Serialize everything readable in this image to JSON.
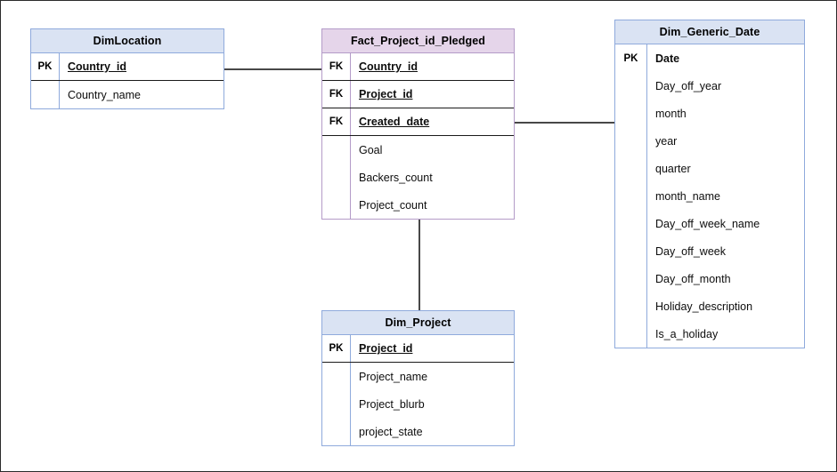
{
  "diagram": {
    "type": "entity-relationship-diagram",
    "background": "#ffffff",
    "border_color": "#2b2b2b",
    "colors": {
      "dimension_header": "#dae3f3",
      "dimension_border": "#8faadc",
      "fact_header": "#e5d5ea",
      "fact_border": "#b49bc8",
      "connector": "#484848",
      "separator": "#1a1a1a"
    }
  },
  "entities": [
    {
      "id": "dim_location",
      "title": "DimLocation",
      "kind": "dimension",
      "attributes": [
        {
          "key": "PK",
          "name": "Country_id",
          "style": "key"
        },
        {
          "key": "",
          "name": "Country_name",
          "style": "plain"
        }
      ]
    },
    {
      "id": "fact_project_id_pledged",
      "title": "Fact_Project_id_Pledged",
      "kind": "fact",
      "attributes": [
        {
          "key": "FK",
          "name": "Country_id",
          "style": "key"
        },
        {
          "key": "FK",
          "name": "Project_id",
          "style": "key"
        },
        {
          "key": "FK",
          "name": "Created_date",
          "style": "key"
        },
        {
          "key": "",
          "name": "Goal",
          "style": "plain"
        },
        {
          "key": "",
          "name": "Backers_count",
          "style": "plain"
        },
        {
          "key": "",
          "name": "Project_count",
          "style": "plain"
        }
      ]
    },
    {
      "id": "dim_generic_date",
      "title": "Dim_Generic_Date",
      "kind": "dimension",
      "attributes": [
        {
          "key": "PK",
          "name": "Date",
          "style": "bold"
        },
        {
          "key": "",
          "name": "Day_off_year",
          "style": "plain"
        },
        {
          "key": "",
          "name": "month",
          "style": "plain"
        },
        {
          "key": "",
          "name": "year",
          "style": "plain"
        },
        {
          "key": "",
          "name": "quarter",
          "style": "plain"
        },
        {
          "key": "",
          "name": "month_name",
          "style": "plain"
        },
        {
          "key": "",
          "name": "Day_off_week_name",
          "style": "plain"
        },
        {
          "key": "",
          "name": "Day_off_week",
          "style": "plain"
        },
        {
          "key": "",
          "name": "Day_off_month",
          "style": "plain"
        },
        {
          "key": "",
          "name": "Holiday_description",
          "style": "plain"
        },
        {
          "key": "",
          "name": "Is_a_holiday",
          "style": "plain"
        }
      ]
    },
    {
      "id": "dim_project",
      "title": "Dim_Project",
      "kind": "dimension",
      "attributes": [
        {
          "key": "PK",
          "name": "Project_id",
          "style": "key"
        },
        {
          "key": "",
          "name": "Project_name",
          "style": "plain"
        },
        {
          "key": "",
          "name": "Project_blurb",
          "style": "plain"
        },
        {
          "key": "",
          "name": "project_state",
          "style": "plain"
        }
      ]
    }
  ],
  "relationships": [
    {
      "id": "rel-location-fact",
      "from": "dim_location",
      "to": "fact_project_id_pledged",
      "orientation": "horizontal"
    },
    {
      "id": "rel-fact-date",
      "from": "fact_project_id_pledged",
      "to": "dim_generic_date",
      "orientation": "horizontal"
    },
    {
      "id": "rel-fact-project",
      "from": "fact_project_id_pledged",
      "to": "dim_project",
      "orientation": "vertical"
    }
  ]
}
